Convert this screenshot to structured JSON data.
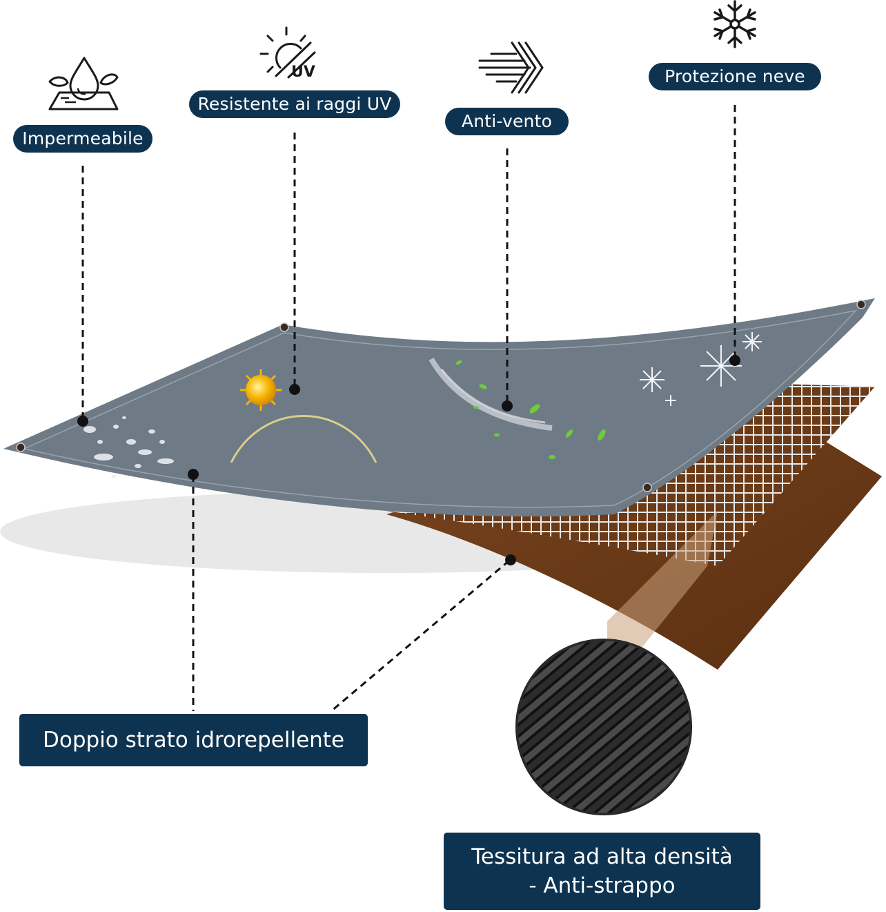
{
  "features": {
    "waterproof": {
      "label": "Impermeabile",
      "icon": "water-drop-icon"
    },
    "uv": {
      "label": "Resistente ai raggi UV",
      "icon": "sun-uv-icon",
      "icon_text": "UV"
    },
    "wind": {
      "label": "Anti-vento",
      "icon": "wind-icon"
    },
    "snow": {
      "label": "Protezione neve",
      "icon": "snowflake-icon"
    }
  },
  "bottom_labels": {
    "double_layer": "Doppio strato idrorepellente",
    "weave_line1": "Tessitura ad alta densità",
    "weave_line2": "- Anti-strappo"
  },
  "colors": {
    "label_bg": "#0e3350",
    "tarp_gray": "#6f7a87",
    "backing_brown": "#6b3a17",
    "icon_dark": "#1a1a1a"
  }
}
